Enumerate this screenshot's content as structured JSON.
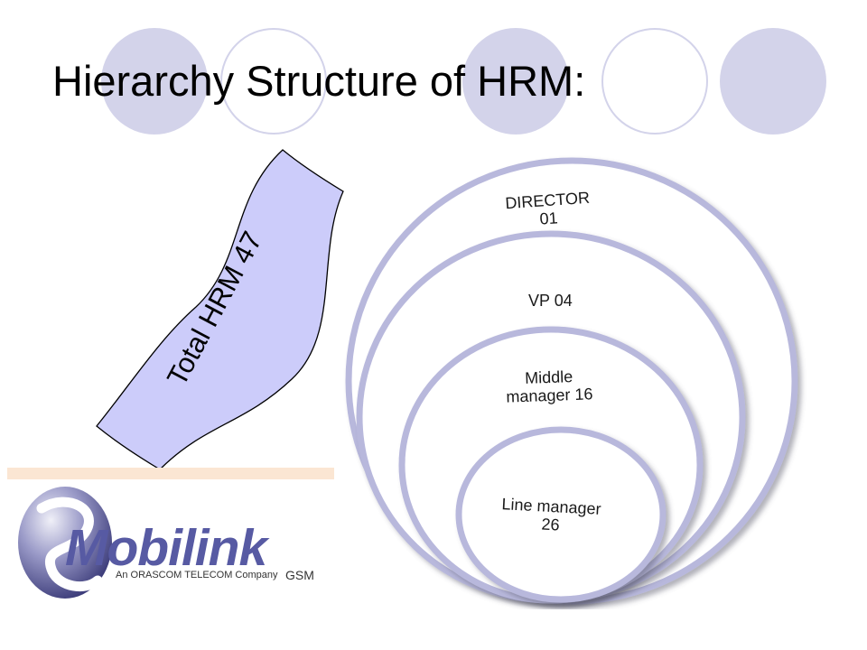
{
  "title": "Hierarchy Structure of HRM:",
  "banner": {
    "text": "Total HRM 47",
    "fill": "#ccccfa"
  },
  "hierarchy": [
    {
      "title": "DIRECTOR",
      "count": "01"
    },
    {
      "title": "VP 04",
      "count": ""
    },
    {
      "title": "Middle",
      "count": "manager 16"
    },
    {
      "title": "Line manager",
      "count": "26"
    }
  ],
  "logo": {
    "name": "Mobilink",
    "tagline": "An ORASCOM TELECOM Company",
    "suffix": "GSM",
    "color": "#575aa3"
  },
  "colors": {
    "decor": "#d3d3ea",
    "ring": "#b8b8dc",
    "peach": "#fbe6d3"
  }
}
